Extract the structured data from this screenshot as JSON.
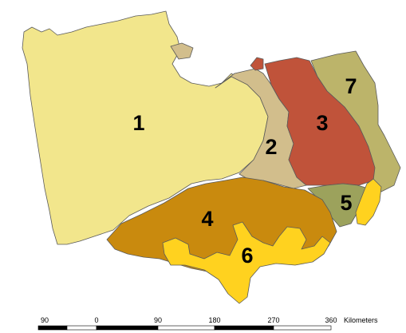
{
  "map": {
    "background": "#ffffff",
    "regions": [
      {
        "id": "1",
        "label": "1",
        "color": "#f2e68c"
      },
      {
        "id": "2",
        "label": "2",
        "color": "#d2be8c"
      },
      {
        "id": "3",
        "label": "3",
        "color": "#c0533a"
      },
      {
        "id": "4",
        "label": "4",
        "color": "#c98a0e"
      },
      {
        "id": "5",
        "label": "5",
        "color": "#9ca25c"
      },
      {
        "id": "6",
        "label": "6",
        "color": "#ffd21f"
      },
      {
        "id": "7",
        "label": "7",
        "color": "#bcb46a"
      }
    ]
  },
  "scale_bar": {
    "tick_labels": [
      "90",
      "0",
      "90",
      "180",
      "270",
      "360"
    ],
    "unit": "Kilometers",
    "colors": {
      "dark": "#000000",
      "light": "#ffffff"
    }
  }
}
